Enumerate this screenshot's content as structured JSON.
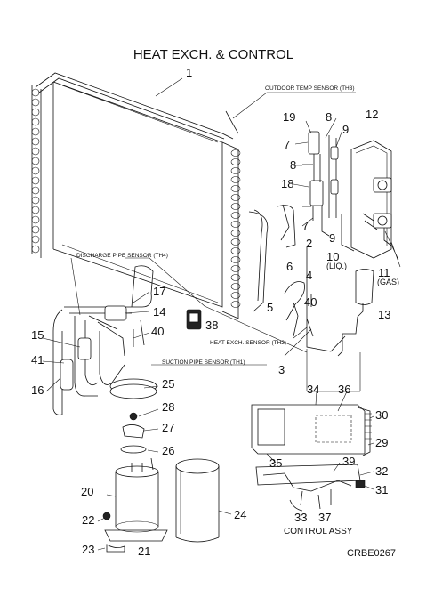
{
  "title": "HEAT EXCH. & CONTROL",
  "code": "CRBE0267",
  "sensor_labels": {
    "outdoor": "OUTDOOR TEMP SENSOR (TH3)",
    "discharge": "DISCHARGE PIPE SENSOR (TH4)",
    "heat_exch": "HEAT EXCH. SENSOR (TH2)",
    "suction": "SUCTION PIPE SENSOR (TH1)"
  },
  "side_labels": {
    "liq": "(LIQ.)",
    "gas": "(GAS)",
    "control_assy": "CONTROL ASSY"
  },
  "callouts": {
    "n1": "1",
    "n2": "2",
    "n3": "3",
    "n4": "4",
    "n5": "5",
    "n6": "6",
    "n7a": "7",
    "n7b": "7",
    "n8a": "8",
    "n8b": "8",
    "n9a": "9",
    "n9b": "9",
    "n10": "10",
    "n11": "11",
    "n12": "12",
    "n13": "13",
    "n14": "14",
    "n15": "15",
    "n16": "16",
    "n17": "17",
    "n18": "18",
    "n19": "19",
    "n20": "20",
    "n21": "21",
    "n22": "22",
    "n23": "23",
    "n24": "24",
    "n25": "25",
    "n26": "26",
    "n27": "27",
    "n28": "28",
    "n29": "29",
    "n30": "30",
    "n31": "31",
    "n32": "32",
    "n33": "33",
    "n34": "34",
    "n35": "35",
    "n36": "36",
    "n37": "37",
    "n38": "38",
    "n39": "39",
    "n40a": "40",
    "n40b": "40",
    "n41": "41"
  }
}
